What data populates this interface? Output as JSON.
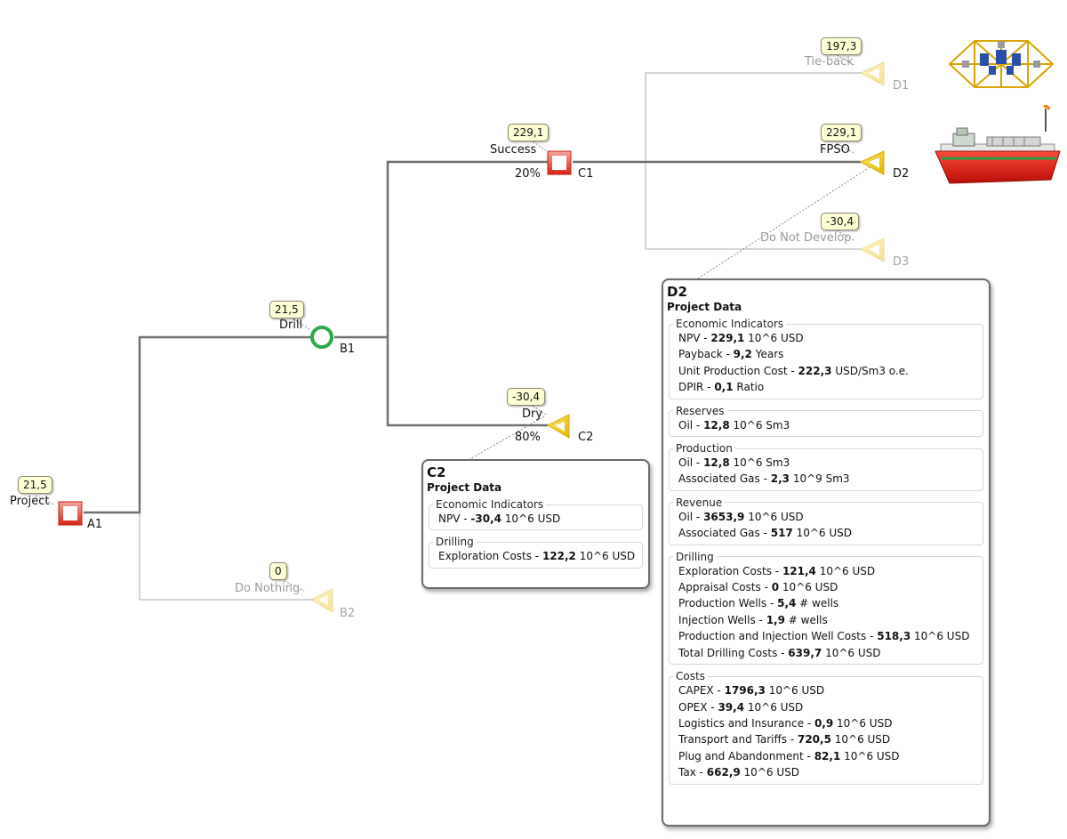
{
  "nodes": {
    "A1": {
      "id": "A1",
      "label": "Project",
      "value": "21,5"
    },
    "B1": {
      "id": "B1",
      "label": "Drill",
      "value": "21,5"
    },
    "B2": {
      "id": "B2",
      "label": "Do Nothing",
      "value": "0"
    },
    "C1": {
      "id": "C1",
      "label": "Success",
      "value": "229,1",
      "probability": "20%"
    },
    "C2": {
      "id": "C2",
      "label": "Dry",
      "value": "-30,4",
      "probability": "80%"
    },
    "D1": {
      "id": "D1",
      "label": "Tie-back",
      "value": "197,3"
    },
    "D2": {
      "id": "D2",
      "label": "FPSO",
      "value": "229,1"
    },
    "D3": {
      "id": "D3",
      "label": "Do Not Develop",
      "value": "-30,4"
    }
  },
  "panel_c2": {
    "title": "C2",
    "subtitle": "Project Data",
    "groups": [
      {
        "name": "Economic Indicators",
        "rows": [
          {
            "label": "NPV - ",
            "value": "-30,4",
            "unit": " 10^6 USD"
          }
        ]
      },
      {
        "name": "Drilling",
        "rows": [
          {
            "label": "Exploration Costs - ",
            "value": "122,2",
            "unit": " 10^6 USD"
          }
        ]
      }
    ]
  },
  "panel_d2": {
    "title": "D2",
    "subtitle": "Project Data",
    "groups": [
      {
        "name": "Economic Indicators",
        "rows": [
          {
            "label": "NPV - ",
            "value": "229,1",
            "unit": " 10^6 USD"
          },
          {
            "label": "Payback - ",
            "value": "9,2",
            "unit": " Years"
          },
          {
            "label": "Unit Production Cost - ",
            "value": "222,3",
            "unit": " USD/Sm3 o.e."
          },
          {
            "label": "DPIR - ",
            "value": "0,1",
            "unit": " Ratio"
          }
        ]
      },
      {
        "name": "Reserves",
        "rows": [
          {
            "label": "Oil - ",
            "value": "12,8",
            "unit": " 10^6 Sm3"
          }
        ]
      },
      {
        "name": "Production",
        "rows": [
          {
            "label": "Oil - ",
            "value": "12,8",
            "unit": " 10^6 Sm3"
          },
          {
            "label": "Associated Gas - ",
            "value": "2,3",
            "unit": " 10^9 Sm3"
          }
        ]
      },
      {
        "name": "Revenue",
        "rows": [
          {
            "label": "Oil - ",
            "value": "3653,9",
            "unit": " 10^6 USD"
          },
          {
            "label": "Associated Gas - ",
            "value": "517",
            "unit": " 10^6 USD"
          }
        ]
      },
      {
        "name": "Drilling",
        "rows": [
          {
            "label": "Exploration Costs - ",
            "value": "121,4",
            "unit": " 10^6 USD"
          },
          {
            "label": "Appraisal Costs - ",
            "value": "0",
            "unit": " 10^6 USD"
          },
          {
            "label": "Production Wells - ",
            "value": "5,4",
            "unit": " # wells"
          },
          {
            "label": "Injection Wells - ",
            "value": "1,9",
            "unit": " # wells"
          },
          {
            "label": "Production and Injection Well Costs - ",
            "value": "518,3",
            "unit": " 10^6 USD"
          },
          {
            "label": "Total Drilling Costs - ",
            "value": "639,7",
            "unit": " 10^6 USD"
          }
        ]
      },
      {
        "name": "Costs",
        "rows": [
          {
            "label": "CAPEX - ",
            "value": "1796,3",
            "unit": " 10^6 USD"
          },
          {
            "label": "OPEX - ",
            "value": "39,4",
            "unit": " 10^6 USD"
          },
          {
            "label": "Logistics and Insurance - ",
            "value": "0,9",
            "unit": " 10^6 USD"
          },
          {
            "label": "Transport and Tariffs - ",
            "value": "720,5",
            "unit": " 10^6 USD"
          },
          {
            "label": "Plug and Abandonment - ",
            "value": "82,1",
            "unit": " 10^6 USD"
          },
          {
            "label": "Tax - ",
            "value": "662,9",
            "unit": " 10^6 USD"
          }
        ]
      }
    ]
  },
  "colors": {
    "decision": "#e03a2a",
    "chance": "#2aa84a",
    "terminal": "#f2c400",
    "active_line": "#707070",
    "inactive_line": "#d6d6d6"
  },
  "icons": {
    "D1": "subsea-template-icon",
    "D2": "fpso-vessel-icon"
  }
}
